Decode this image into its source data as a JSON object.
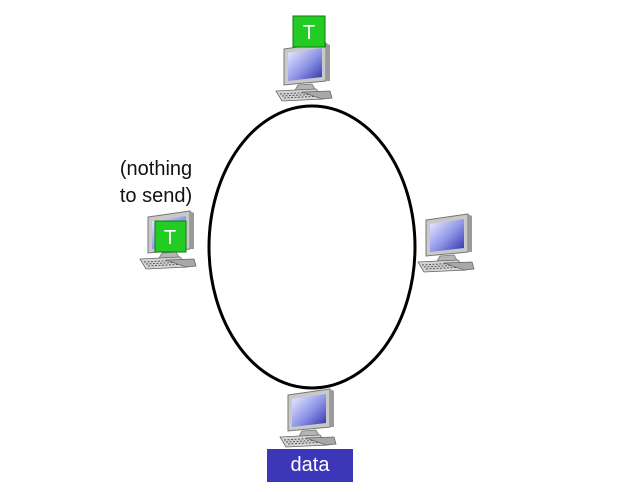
{
  "diagram": {
    "annotation_line1": "(nothing",
    "annotation_line2": "to send)",
    "token_label": "T",
    "data_label": "data",
    "colors": {
      "ring": "#000000",
      "token": "#22cc22",
      "data": "#3b37b8",
      "screen_light": "#eef0ff",
      "screen_dark": "#3b3bb0",
      "monitor": "#c8c8c8"
    },
    "icons": [
      "computer-icon",
      "token-icon"
    ]
  }
}
